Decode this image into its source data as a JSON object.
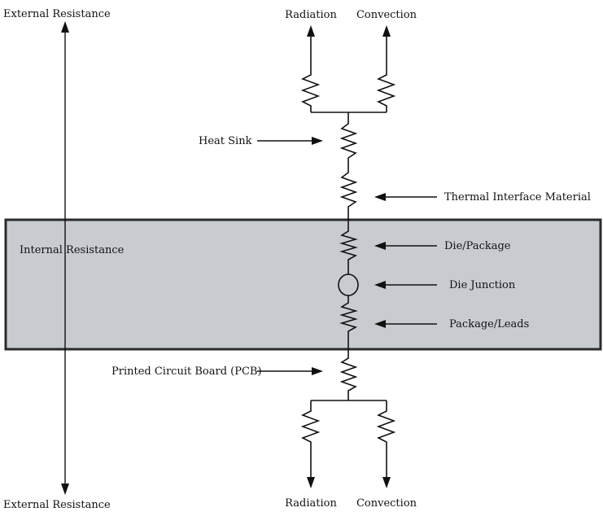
{
  "labels": {
    "external_resistance_top": "External Resistance",
    "external_resistance_bottom": "External Resistance",
    "internal_resistance": "Internal Resistance",
    "radiation_top": "Radiation",
    "convection_top": "Convection",
    "radiation_bottom": "Radiation",
    "convection_bottom": "Convection",
    "heat_sink": "Heat Sink",
    "thermal_interface_material": "Thermal Interface Material",
    "die_package": "Die/Package",
    "die_junction": "Die Junction",
    "package_leads": "Package/Leads",
    "pcb": "Printed Circuit Board (PCB)"
  },
  "colors": {
    "internal_region_fill": "#c8ccd1",
    "internal_region_border": "#2b2b2b",
    "line": "#111111"
  }
}
